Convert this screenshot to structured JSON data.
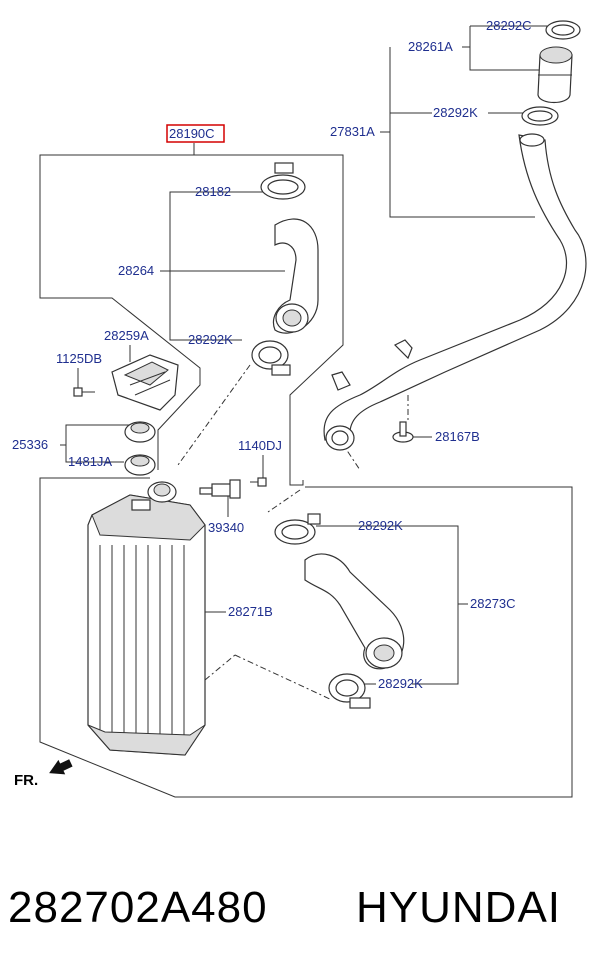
{
  "diagram": {
    "labels": {
      "l28292C": "28292C",
      "l28261A": "28261A",
      "l28292K_top": "28292K",
      "l27831A": "27831A",
      "l28190C": "28190C",
      "l28182": "28182",
      "l28264": "28264",
      "l28292K_mid": "28292K",
      "l28259A": "28259A",
      "l1125DB": "1125DB",
      "l25336": "25336",
      "l1481JA": "1481JA",
      "l1140DJ": "1140DJ",
      "l39340": "39340",
      "l28167B": "28167B",
      "l28292K_low": "28292K",
      "l28273C": "28273C",
      "l28271B": "28271B",
      "l28292K_bot": "28292K",
      "front": "FR."
    },
    "highlight_color": "#d40000",
    "label_color": "#1f2f8f"
  },
  "footer": {
    "part_number": "282702A480",
    "brand": "HYUNDAI"
  }
}
